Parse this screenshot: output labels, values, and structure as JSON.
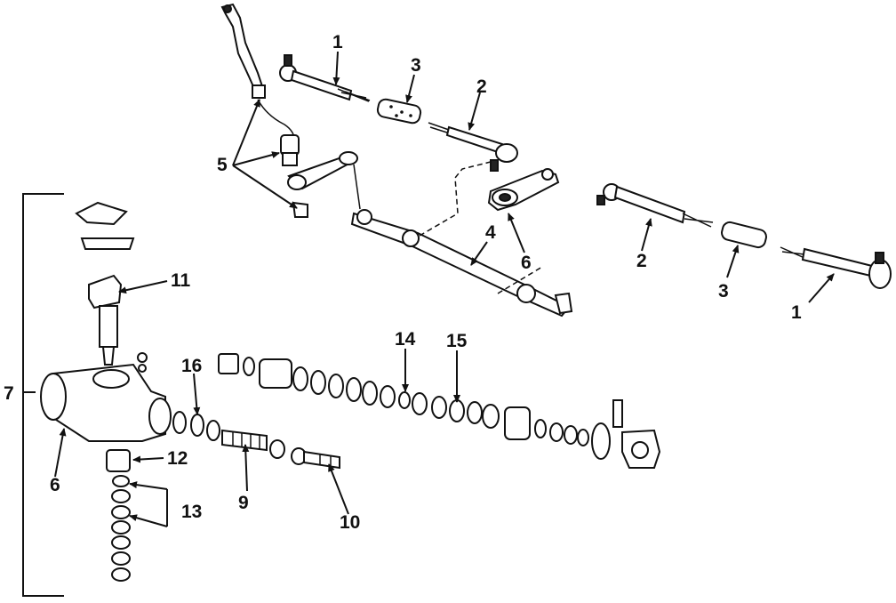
{
  "callouts": {
    "c1a": "1",
    "c1b": "1",
    "c2a": "2",
    "c2b": "2",
    "c3a": "3",
    "c3b": "3",
    "c4": "4",
    "c5": "5",
    "c6a": "6",
    "c6b": "6",
    "c7": "7",
    "c9": "9",
    "c10": "10",
    "c11": "11",
    "c12": "12",
    "c13": "13",
    "c14": "14",
    "c15": "15",
    "c16": "16"
  }
}
